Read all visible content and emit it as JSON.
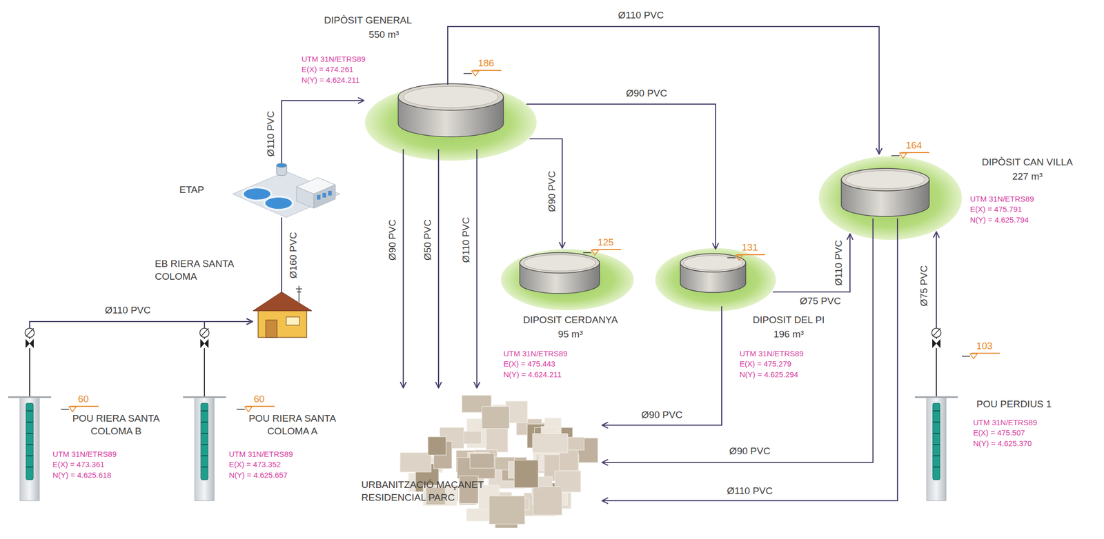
{
  "diagram": {
    "nodes": [
      {
        "text": [
          "DIPÒSIT GENERAL",
          "550 m³",
          "UTM 31N/ETRS89 E(X) = 474.261 N(Y) = 4.624.211"
        ]
      },
      {
        "text": [
          "ETAP"
        ]
      },
      {
        "text": [
          "EB RIERA SANTA COLOMA"
        ]
      },
      {
        "text": [
          "POU RIERA SANTA COLOMA B",
          "UTM 31N/ETRS89 E(X) = 473.361 N(Y) = 4.625.618"
        ]
      },
      {
        "text": [
          "POU RIERA SANTA COLOMA A",
          "UTM 31N/ETRS89 E(X) = 473.352 N(Y) = 4.625.657"
        ]
      },
      {
        "text": [
          "DIPOSIT CERDANYA",
          "95 m³",
          "UTM 31N/ETRS89 E(X) = 475.443 N(Y) = 4.624.211"
        ]
      },
      {
        "text": [
          "DIPOSIT DEL PI",
          "196 m³",
          "UTM 31N/ETRS89 E(X) = 475.279 N(Y) = 4.625.294"
        ]
      },
      {
        "text": [
          "DIPÒSIT CAN VILLA",
          "227 m³",
          "UTM 31N/ETRS89 E(X) = 475.791 N(Y) = 4.625.794"
        ]
      },
      {
        "text": [
          "POU PERDIUS 1",
          "UTM 31N/ETRS89 E(X) = 475.507 N(Y) = 4.625.370"
        ]
      },
      {
        "text": [
          "URBANITZACIÓ MAÇANET RESIDENCIAL PARC"
        ]
      }
    ],
    "edges": [
      {
        "from": 3,
        "to": 2,
        "arrow": "to",
        "label": "Ø110 PVC"
      },
      {
        "from": 4,
        "to": 2,
        "arrow": "to"
      },
      {
        "from": 2,
        "to": 1,
        "arrow": "none",
        "label": "Ø160 PVC"
      },
      {
        "from": 1,
        "to": 0,
        "arrow": "to",
        "label": "Ø110 PVC"
      },
      {
        "from": 0,
        "to": 7,
        "arrow": "to",
        "label": "Ø110 PVC"
      },
      {
        "from": 0,
        "to": 6,
        "arrow": "to",
        "label": "Ø90 PVC"
      },
      {
        "from": 0,
        "to": 5,
        "arrow": "to",
        "label": "Ø90 PVC"
      },
      {
        "from": 0,
        "to": 9,
        "arrow": "to",
        "label": "Ø90 PVC"
      },
      {
        "from": 0,
        "to": 9,
        "arrow": "to",
        "label": "Ø50 PVC"
      },
      {
        "from": 0,
        "to": 9,
        "arrow": "to",
        "label": "Ø110 PVC"
      },
      {
        "from": 6,
        "to": 9,
        "arrow": "to",
        "label": "Ø90 PVC"
      },
      {
        "from": 6,
        "to": 7,
        "arrow": "to",
        "label": "Ø75 PVC"
      },
      {
        "from": 7,
        "to": 9,
        "arrow": "to",
        "label": "Ø90 PVC"
      },
      {
        "from": 7,
        "to": 9,
        "arrow": "to",
        "label": "Ø110 PVC"
      },
      {
        "from": 8,
        "to": 7,
        "arrow": "to",
        "label": "Ø75 PVC"
      }
    ],
    "labels": [
      "186",
      "164",
      "125",
      "131",
      "60",
      "60",
      "103",
      "Ø110 PVC"
    ]
  }
}
